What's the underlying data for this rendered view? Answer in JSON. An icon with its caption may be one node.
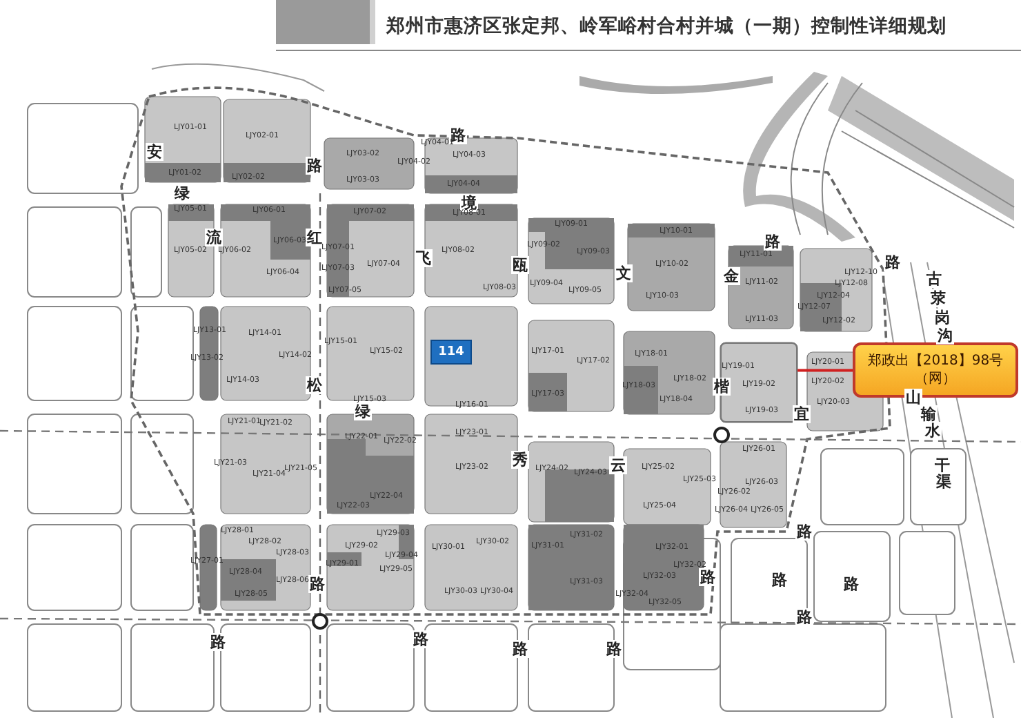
{
  "diagram": {
    "title": "郑州市惠济区张定邦、岭军峪村合村并城（一期）控制性详细规划",
    "nodes": [
      {
        "text": [
          "郑政出【2018】98号（网）"
        ]
      },
      {
        "text": [],
        "shape": "box"
      },
      {
        "text": [
          "114"
        ]
      }
    ],
    "edges": [
      {
        "from": 0,
        "to": 1,
        "arrow": "none",
        "color": "#d02020"
      }
    ],
    "labels": [
      "安",
      "路",
      "路",
      "绿",
      "境",
      "流",
      "红",
      "飞",
      "瓯",
      "文",
      "金",
      "路",
      "路",
      "古",
      "荥",
      "岗",
      "沟",
      "松",
      "楷",
      "宜",
      "山",
      "输",
      "水",
      "绿",
      "秀",
      "云",
      "干",
      "渠",
      "路",
      "路",
      "路",
      "路",
      "路",
      "路",
      "路",
      "路",
      "路",
      "路",
      "LJY01-01",
      "LJY02-01",
      "LJY01-02",
      "LJY02-02",
      "LJY03-02",
      "LJY03-03",
      "LJY04-01",
      "LJY04-02",
      "LJY04-03",
      "LJY04-04",
      "LJY05-01",
      "LJY05-02",
      "LJY06-01",
      "LJY06-02",
      "LJY06-03",
      "LJY06-04",
      "LJY07-01",
      "LJY07-02",
      "LJY07-03",
      "LJY07-04",
      "LJY07-05",
      "LJY08-01",
      "LJY08-02",
      "LJY08-03",
      "LJY09-01",
      "LJY09-02",
      "LJY09-03",
      "LJY09-04",
      "LJY09-05",
      "LJY10-01",
      "LJY10-02",
      "LJY10-03",
      "LJY11-01",
      "LJY11-02",
      "LJY11-03",
      "LJY12-10",
      "LJY12-08",
      "LJY12-04",
      "LJY12-07",
      "LJY12-02",
      "LJY13-01",
      "LJY13-02",
      "LJY14-01",
      "LJY14-02",
      "LJY14-03",
      "LJY15-01",
      "LJY15-02",
      "LJY15-03",
      "LJY16-01",
      "LJY17-01",
      "LJY17-02",
      "LJY17-03",
      "LJY18-01",
      "LJY18-02",
      "LJY18-03",
      "LJY18-04",
      "LJY19-01",
      "LJY19-02",
      "LJY19-03",
      "LJY20-01",
      "LJY20-02",
      "LJY20-03",
      "LJY21-01",
      "LJY21-02",
      "LJY21-03",
      "LJY21-04",
      "LJY21-05",
      "LJY22-01",
      "LJY22-02",
      "LJY22-03",
      "LJY22-04",
      "LJY23-01",
      "LJY23-02",
      "LJY24-02",
      "LJY24-03",
      "LJY25-02",
      "LJY25-03",
      "LJY25-04",
      "LJY26-01",
      "LJY26-02",
      "LJY26-03",
      "LJY26-04",
      "LJY26-05",
      "LJY28-01",
      "LJY28-02",
      "LJY28-03",
      "LJY28-04",
      "LJY28-05",
      "LJY28-06",
      "LJY27-01",
      "LJY29-01",
      "LJY29-02",
      "LJY29-03",
      "LJY29-04",
      "LJY29-05",
      "LJY30-01",
      "LJY30-02",
      "LJY30-03",
      "LJY30-04",
      "LJY31-01",
      "LJY31-02",
      "LJY31-03",
      "LJY32-01",
      "LJY32-02",
      "LJY32-03",
      "LJY32-04",
      "LJY32-05"
    ]
  }
}
